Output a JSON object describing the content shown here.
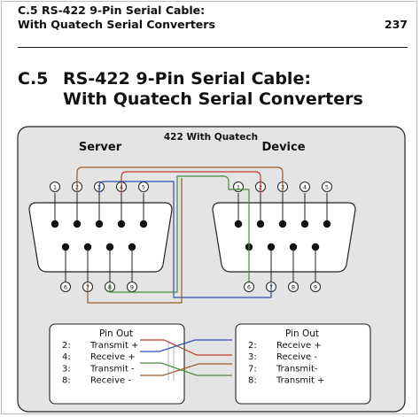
{
  "header": {
    "line1": "C.5 RS-422 9-Pin Serial Cable:",
    "line2": "With Quatech Serial Converters",
    "page_number": "237"
  },
  "section": {
    "number": "C.5",
    "title_line1": "RS-422 9-Pin Serial Cable:",
    "title_line2": "With Quatech Serial Converters"
  },
  "diagram": {
    "panel_title": "422 With Quatech",
    "server_label": "Server",
    "device_label": "Device",
    "server_pins_top": [
      "1",
      "2",
      "3",
      "4",
      "5"
    ],
    "server_pins_bottom": [
      "6",
      "7",
      "8",
      "9"
    ],
    "device_pins_top": [
      "1",
      "2",
      "3",
      "4",
      "5"
    ],
    "device_pins_bottom": [
      "6",
      "7",
      "8",
      "9"
    ],
    "wire_colors": {
      "red": "#c0392b",
      "blue": "#2f4fb0",
      "green": "#4b8a3a",
      "brown": "#9a5a2a"
    },
    "pinout_left": {
      "title": "Pin Out",
      "rows": [
        {
          "pin": "2:",
          "signal": "Transmit +"
        },
        {
          "pin": "4:",
          "signal": "Receive +"
        },
        {
          "pin": "3:",
          "signal": "Transmit -"
        },
        {
          "pin": "8:",
          "signal": "Receive -"
        }
      ]
    },
    "pinout_right": {
      "title": "Pin Out",
      "rows": [
        {
          "pin": "2:",
          "signal": "Receive +"
        },
        {
          "pin": "3:",
          "signal": "Receive -"
        },
        {
          "pin": "7:",
          "signal": "Transmit-"
        },
        {
          "pin": "8:",
          "signal": "Transmit +"
        }
      ]
    }
  }
}
